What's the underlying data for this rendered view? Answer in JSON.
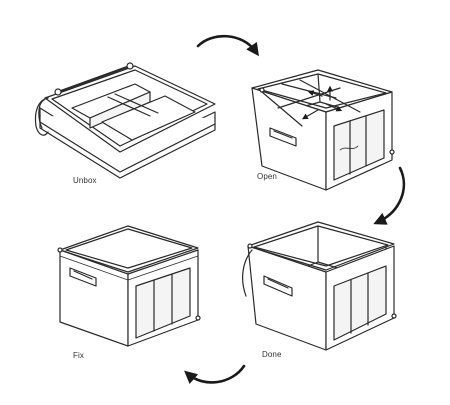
{
  "steps": [
    {
      "id": "unbox",
      "label": "Unbox"
    },
    {
      "id": "open",
      "label": "Open"
    },
    {
      "id": "done",
      "label": "Done"
    },
    {
      "id": "fix",
      "label": "Fix"
    }
  ],
  "colors": {
    "stroke": "#2a2a2a",
    "fill": "#ffffff",
    "panel": "#f4f4f4",
    "arrow": "#1a1a1a"
  }
}
